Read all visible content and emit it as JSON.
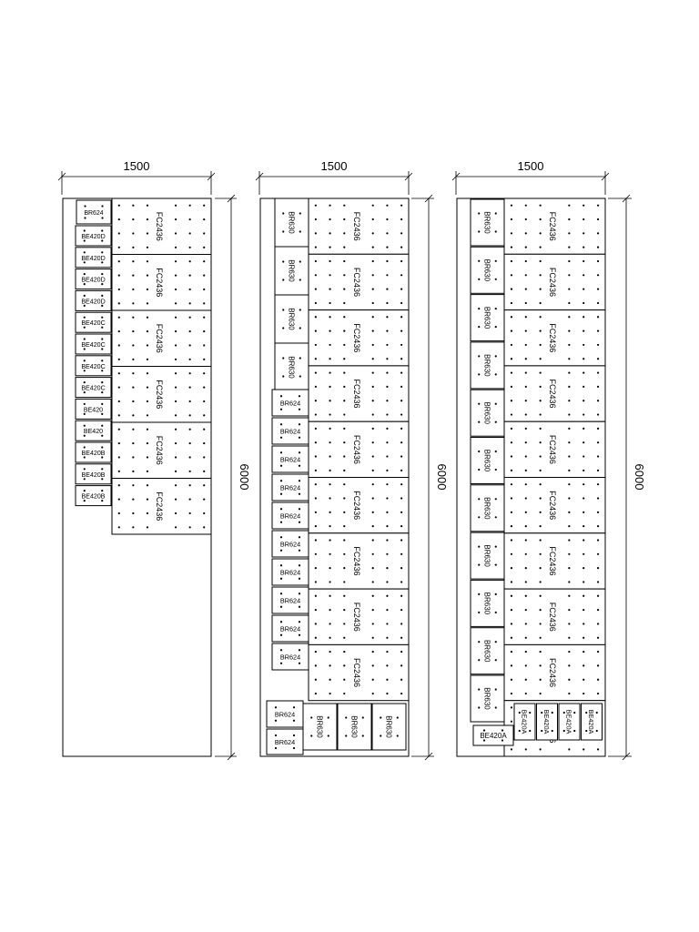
{
  "layouts": [
    {
      "width_label": "1500",
      "height_label": "6000",
      "slabs": [
        {
          "label": "FC2436"
        },
        {
          "label": "FC2436"
        },
        {
          "label": "FC2436"
        },
        {
          "label": "FC2436"
        },
        {
          "label": "FC2436"
        },
        {
          "label": "FC2436"
        }
      ],
      "small_panels": [
        {
          "label": "BR624"
        },
        {
          "label": "BE420D"
        },
        {
          "label": "BE420D"
        },
        {
          "label": "BE420D"
        },
        {
          "label": "BE420D"
        },
        {
          "label": "BE420C"
        },
        {
          "label": "BE420C"
        },
        {
          "label": "BE420C"
        },
        {
          "label": "BE420C"
        },
        {
          "label": "BE420"
        },
        {
          "label": "BE420"
        },
        {
          "label": "BE420B"
        },
        {
          "label": "BE420B"
        },
        {
          "label": "BE420B"
        }
      ]
    },
    {
      "width_label": "1500",
      "height_label": "6000",
      "slabs": [
        {
          "label": "FC2436"
        },
        {
          "label": "FC2436"
        },
        {
          "label": "FC2436"
        },
        {
          "label": "FC2436"
        },
        {
          "label": "FC2436"
        },
        {
          "label": "FC2436"
        },
        {
          "label": "FC2436"
        },
        {
          "label": "FC2436"
        },
        {
          "label": "FC2436"
        }
      ],
      "small_panels": [
        {
          "label": "BR630"
        },
        {
          "label": "BR630"
        },
        {
          "label": "BR630"
        },
        {
          "label": "BR630"
        },
        {
          "label": "BR624"
        },
        {
          "label": "BR624"
        },
        {
          "label": "BR624"
        },
        {
          "label": "BR624"
        },
        {
          "label": "BR624"
        },
        {
          "label": "BR624"
        },
        {
          "label": "BR624"
        },
        {
          "label": "BR624"
        },
        {
          "label": "BR624"
        },
        {
          "label": "BR624"
        }
      ],
      "bottom_panels": [
        {
          "label": "BR624"
        },
        {
          "label": "BR624"
        },
        {
          "label": "BR630"
        },
        {
          "label": "BR630"
        },
        {
          "label": "BR630"
        }
      ]
    },
    {
      "width_label": "1500",
      "height_label": "6000",
      "slabs": [
        {
          "label": "FC2436"
        },
        {
          "label": "FC2436"
        },
        {
          "label": "FC2436"
        },
        {
          "label": "FC2436"
        },
        {
          "label": "FC2436"
        },
        {
          "label": "FC2436"
        },
        {
          "label": "FC2436"
        },
        {
          "label": "FC2436"
        },
        {
          "label": "FC2436"
        },
        {
          "label": "FC2436"
        }
      ],
      "small_panels": [
        {
          "label": "BR630"
        },
        {
          "label": "BR630"
        },
        {
          "label": "BR630"
        },
        {
          "label": "BR630"
        },
        {
          "label": "BR630"
        },
        {
          "label": "BR630"
        },
        {
          "label": "BR630"
        },
        {
          "label": "BR630"
        },
        {
          "label": "BR630"
        },
        {
          "label": "BR630"
        },
        {
          "label": "BR630"
        }
      ],
      "bottom_panels": [
        {
          "label": "BE420A"
        },
        {
          "label": "BE420A"
        },
        {
          "label": "BE420A"
        },
        {
          "label": "BE420A"
        },
        {
          "label": "BE420A"
        }
      ]
    }
  ]
}
